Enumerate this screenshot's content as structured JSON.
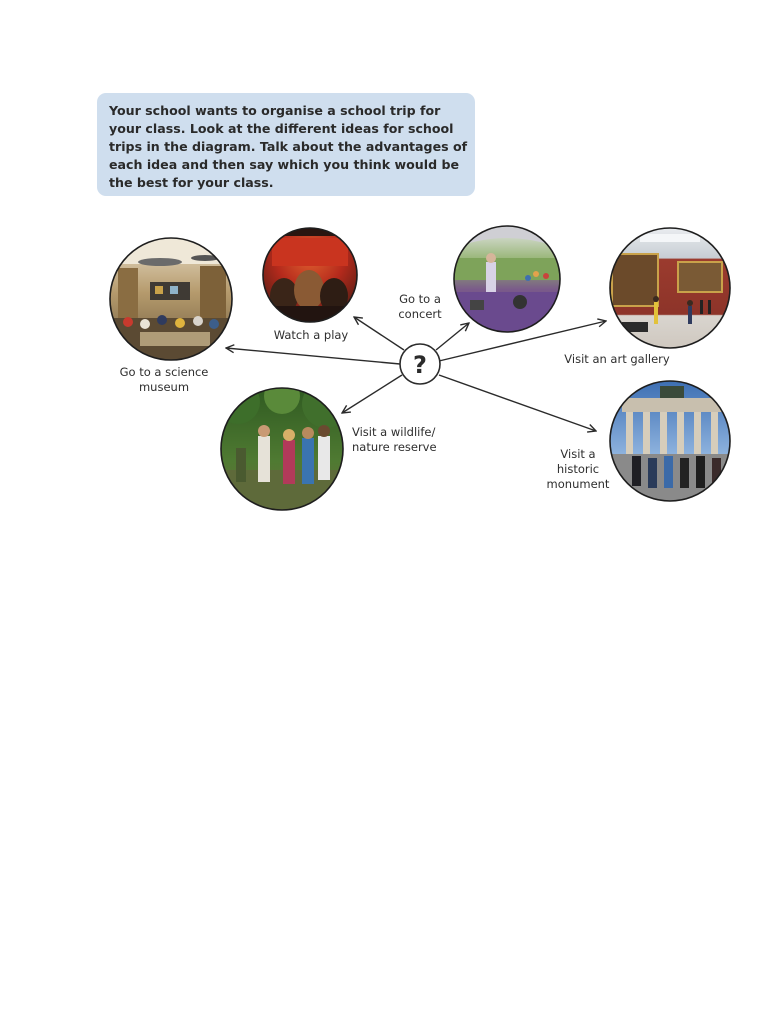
{
  "prompt": {
    "lines": [
      "Your school wants to organise a school trip for",
      "your class. Look at the different ideas for school",
      "trips in the diagram. Talk about the advantages of",
      "each idea and then say which you think would be",
      "the best for your class."
    ]
  },
  "diagram": {
    "center_symbol": "?",
    "nodes": [
      {
        "id": "science-museum",
        "label_lines": [
          "Go to a science",
          "museum"
        ]
      },
      {
        "id": "play",
        "label_lines": [
          "Watch a play"
        ]
      },
      {
        "id": "concert",
        "label_lines": [
          "Go to a",
          "concert"
        ]
      },
      {
        "id": "art-gallery",
        "label_lines": [
          "Visit an art gallery"
        ]
      },
      {
        "id": "wildlife-reserve",
        "label_lines": [
          "Visit a wildlife/",
          "nature reserve"
        ]
      },
      {
        "id": "historic-monument",
        "label_lines": [
          "Visit a",
          "historic",
          "monument"
        ]
      }
    ]
  },
  "colors": {
    "prompt_background": "#cfdeee",
    "arrow": "#2b2b2b",
    "photo_border": "#1e1e1e"
  }
}
